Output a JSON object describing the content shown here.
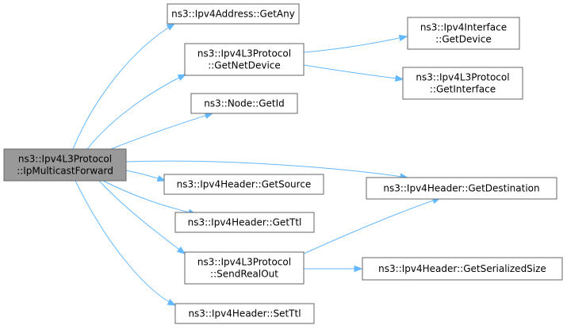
{
  "colors": {
    "edge": "#63b8ff",
    "node_border": "#666666",
    "node_fill": "#ffffff",
    "root_fill": "#999999",
    "text": "#000000"
  },
  "nodes": {
    "root": [
      "ns3::Ipv4L3Protocol",
      "::IpMulticastForward"
    ],
    "get_any": [
      "ns3::Ipv4Address::GetAny"
    ],
    "get_net_device": [
      "ns3::Ipv4L3Protocol",
      "::GetNetDevice"
    ],
    "get_id": [
      "ns3::Node::GetId"
    ],
    "get_source": [
      "ns3::Ipv4Header::GetSource"
    ],
    "get_ttl": [
      "ns3::Ipv4Header::GetTtl"
    ],
    "send_real_out": [
      "ns3::Ipv4L3Protocol",
      "::SendRealOut"
    ],
    "set_ttl": [
      "ns3::Ipv4Header::SetTtl"
    ],
    "get_device": [
      "ns3::Ipv4Interface",
      "::GetDevice"
    ],
    "get_interface": [
      "ns3::Ipv4L3Protocol",
      "::GetInterface"
    ],
    "get_destination": [
      "ns3::Ipv4Header::GetDestination"
    ],
    "get_serialized_size": [
      "ns3::Ipv4Header::GetSerializedSize"
    ]
  },
  "edges": [
    [
      "root",
      "get_any"
    ],
    [
      "root",
      "get_net_device"
    ],
    [
      "root",
      "get_id"
    ],
    [
      "root",
      "get_destination"
    ],
    [
      "root",
      "get_source"
    ],
    [
      "root",
      "get_ttl"
    ],
    [
      "root",
      "send_real_out"
    ],
    [
      "root",
      "set_ttl"
    ],
    [
      "get_net_device",
      "get_device"
    ],
    [
      "get_net_device",
      "get_interface"
    ],
    [
      "send_real_out",
      "get_destination"
    ],
    [
      "send_real_out",
      "get_serialized_size"
    ]
  ]
}
